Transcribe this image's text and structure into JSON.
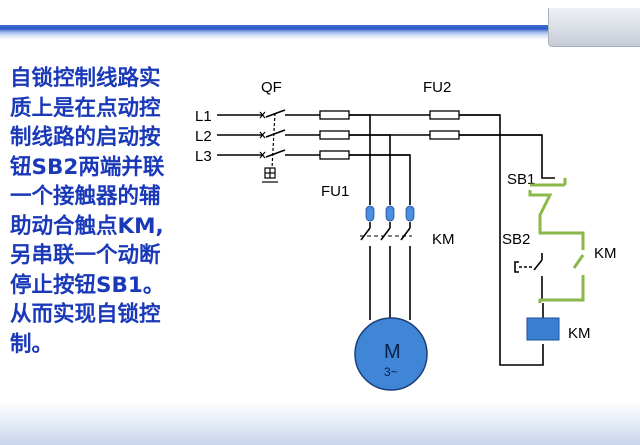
{
  "explanation": {
    "lines": [
      "自锁控制线路实",
      "质上是在点动控",
      "制线路的启动按",
      "钮SB2两端并联",
      "一个接触器的辅",
      "助动合触点KM,",
      "另串联一个动断",
      "停止按钮SB1。",
      "从而实现自锁控",
      "制。"
    ]
  },
  "diagram": {
    "labels": {
      "qf": "QF",
      "fu2": "FU2",
      "l1": "L1",
      "l2": "L2",
      "l3": "L3",
      "fu1": "FU1",
      "km_main": "KM",
      "sb1": "SB1",
      "sb2": "SB2",
      "km_aux": "KM",
      "km_coil": "KM",
      "motor": "M",
      "motor_phase": "3~"
    },
    "colors": {
      "wire": "#000000",
      "highlight_green": "#8ab84a",
      "coil_blue": "#3a7fd0",
      "motor_fill": "#3f86d6",
      "fuse_tab_blue": "#4a8ee0",
      "text_blue": "#1a39b8"
    }
  }
}
